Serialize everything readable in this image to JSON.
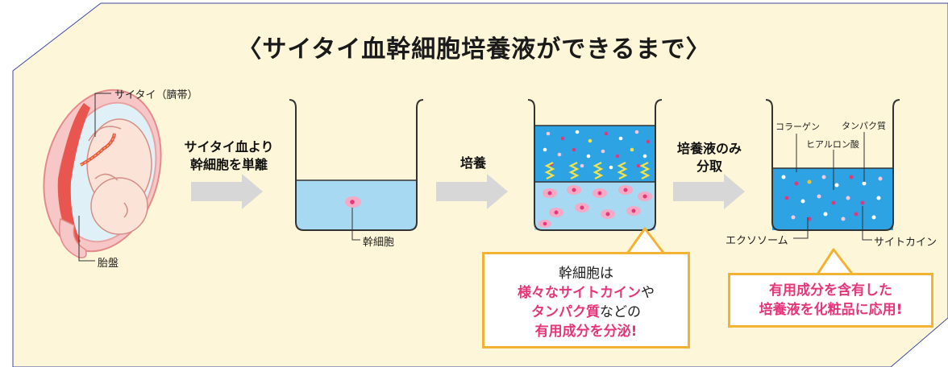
{
  "title": "〈サイタイ血幹細胞培養液ができるまで〉",
  "labels": {
    "umbilical": "サイタイ（臍帯）",
    "placenta": "胎盤",
    "stem_cell": "幹細胞",
    "collagen": "コラーゲン",
    "protein": "タンパク質",
    "hyaluronic": "ヒアルロン酸",
    "exosome": "エクソソーム",
    "cytokine": "サイトカイン"
  },
  "steps": {
    "step1_line1": "サイタイ血より",
    "step1_line2": "幹細胞を単離",
    "step2": "培養",
    "step3_line1": "培養液のみ",
    "step3_line2": "分取"
  },
  "callout1": {
    "line1": "幹細胞は",
    "line2_hl": "様々なサイトカイン",
    "line2_rest": "や",
    "line3_hl": "タンパク質",
    "line3_rest": "などの",
    "line4": "有用成分を分泌!"
  },
  "callout2": {
    "line1": "有用成分を含有した",
    "line2": "培養液を化粧品に応用!"
  },
  "colors": {
    "background": "#fdf6d9",
    "medium": "#2ea3e3",
    "liquid_light": "#a7d9f2",
    "cell": "#f4a9c4",
    "nucleus": "#e6367a",
    "accent_border": "#f2b233",
    "highlight": "#e6367a",
    "frame_line": "#3b4aa0"
  }
}
